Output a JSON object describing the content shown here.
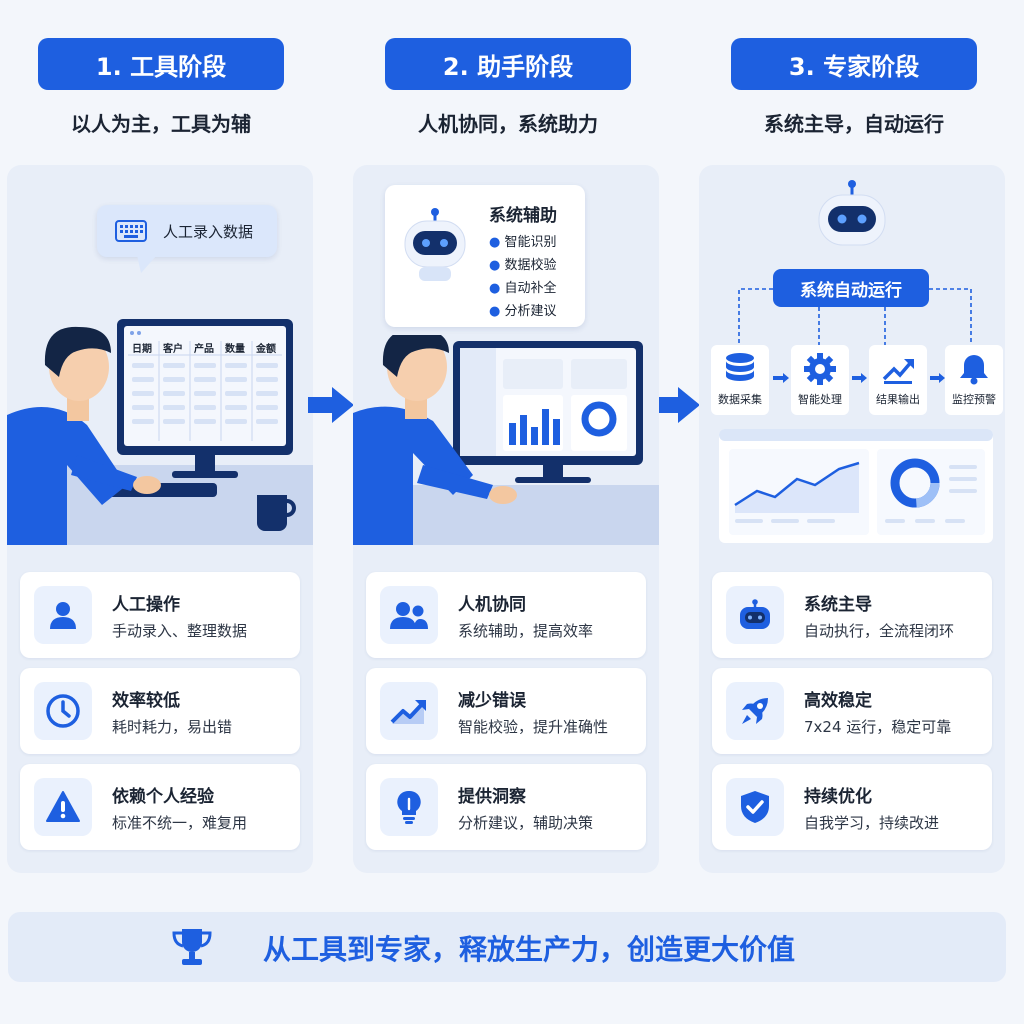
{
  "stages": [
    {
      "label": "1. 工具阶段",
      "subtitle": "以人为主，工具为辅"
    },
    {
      "label": "2. 助手阶段",
      "subtitle": "人机协同，系统助力"
    },
    {
      "label": "3. 专家阶段",
      "subtitle": "系统主导，自动运行"
    }
  ],
  "stage1_illus": {
    "bubble_text": "人工录入数据",
    "table_headers": [
      "日期",
      "客户",
      "产品",
      "数量",
      "金额"
    ]
  },
  "stage2_illus": {
    "panel_title": "系统辅助",
    "panel_items": [
      "智能识别",
      "数据校验",
      "自动补全",
      "分析建议"
    ]
  },
  "stage3_illus": {
    "center_label": "系统自动运行",
    "flow": [
      "数据采集",
      "智能处理",
      "结果输出",
      "监控预警"
    ]
  },
  "cards": [
    [
      {
        "title": "人工操作",
        "desc": "手动录入、整理数据",
        "icon": "user-icon"
      },
      {
        "title": "效率较低",
        "desc": "耗时耗力，易出错",
        "icon": "clock-icon"
      },
      {
        "title": "依赖个人经验",
        "desc": "标准不统一，难复用",
        "icon": "warning-icon"
      }
    ],
    [
      {
        "title": "人机协同",
        "desc": "系统辅助，提高效率",
        "icon": "users-icon"
      },
      {
        "title": "减少错误",
        "desc": "智能校验，提升准确性",
        "icon": "trend-up-icon"
      },
      {
        "title": "提供洞察",
        "desc": "分析建议，辅助决策",
        "icon": "lightbulb-icon"
      }
    ],
    [
      {
        "title": "系统主导",
        "desc": "自动执行，全流程闭环",
        "icon": "robot-icon"
      },
      {
        "title": "高效稳定",
        "desc": "7x24 运行，稳定可靠",
        "icon": "rocket-icon"
      },
      {
        "title": "持续优化",
        "desc": "自我学习，持续改进",
        "icon": "shield-check-icon"
      }
    ]
  ],
  "banner": {
    "text": "从工具到专家，释放生产力，创造更大价值",
    "icon": "trophy-icon"
  },
  "colors": {
    "primary": "#1e5fe0",
    "navy": "#13306b",
    "panel": "#e8eef8"
  }
}
